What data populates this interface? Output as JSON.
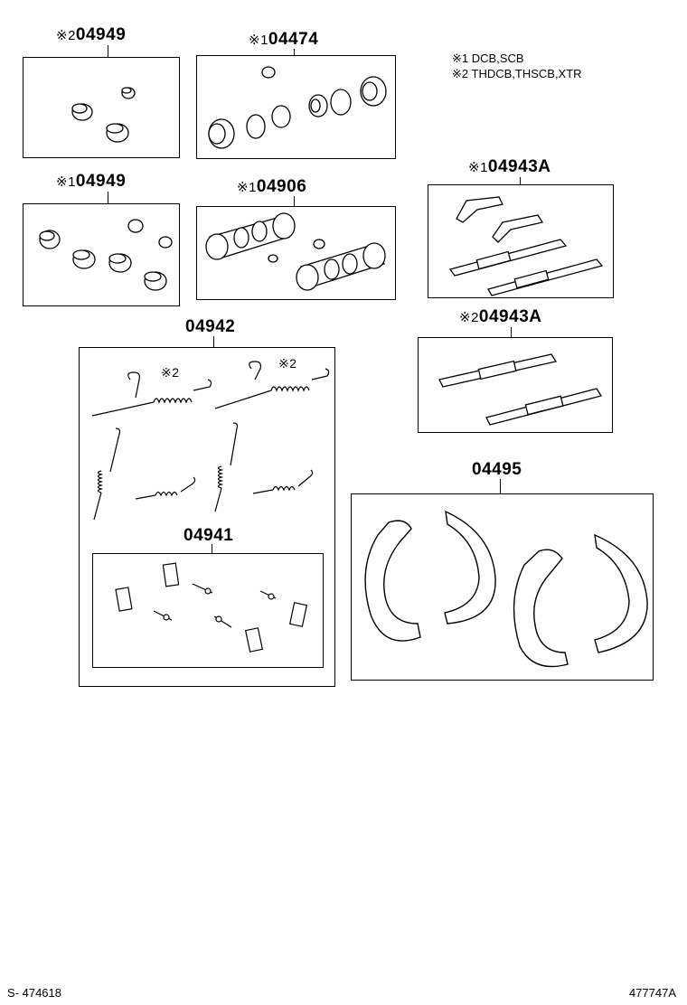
{
  "legend": {
    "note1": "※1 DCB,SCB",
    "note2": "※2 THDCB,THSCB,XTR"
  },
  "parts": {
    "p1": {
      "mark": "※2",
      "number": "04949"
    },
    "p2": {
      "mark": "※1",
      "number": "04474"
    },
    "p3": {
      "mark": "※1",
      "number": "04949"
    },
    "p4": {
      "mark": "※1",
      "number": "04906"
    },
    "p5": {
      "mark": "※1",
      "number": "04943A"
    },
    "p6": {
      "mark": "※2",
      "number": "04943A"
    },
    "p7": {
      "mark": "",
      "number": "04942"
    },
    "p8": {
      "mark": "",
      "number": "04941"
    },
    "p9": {
      "mark": "",
      "number": "04495"
    }
  },
  "callouts": {
    "spring_left": "※2",
    "spring_right": "※2"
  },
  "footer": {
    "left": "S-  474618",
    "right": "477747A"
  }
}
